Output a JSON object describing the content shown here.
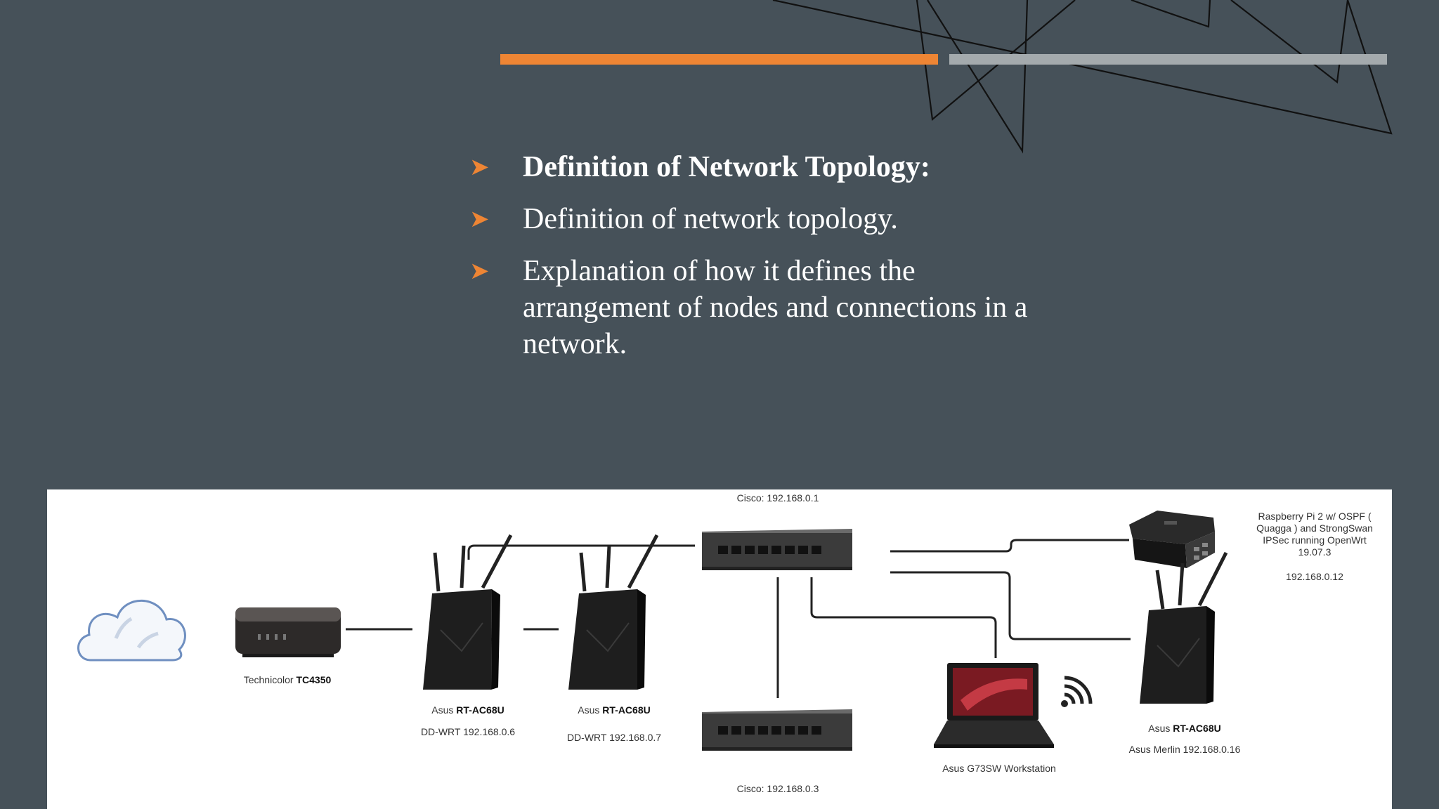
{
  "bullets": [
    {
      "text": "Definition of Network Topology:",
      "bold": true
    },
    {
      "text": "Definition of network topology.",
      "bold": false
    },
    {
      "text": "Explanation of how it defines the arrangement of nodes and connections in a network.",
      "bold": false
    }
  ],
  "diagram": {
    "modem": {
      "brand": "Technicolor",
      "model": "TC4350"
    },
    "router1": {
      "brand": "Asus",
      "model": "RT-AC68U",
      "detail": "DD-WRT 192.168.0.6"
    },
    "router2": {
      "brand": "Asus",
      "model": "RT-AC68U",
      "detail": "DD-WRT 192.168.0.7"
    },
    "switch1": "Cisco: 192.168.0.1",
    "switch2": "Cisco: 192.168.0.3",
    "laptop": "Asus G73SW Workstation",
    "router3": {
      "brand": "Asus",
      "model": "RT-AC68U",
      "detail": "Asus Merlin 192.168.0.16"
    },
    "raspi": {
      "line1": "Raspberry Pi 2 w/ OSPF (",
      "line2": "Quagga ) and StrongSwan",
      "line3": "IPSec running OpenWrt",
      "line4": "19.07.3",
      "ip": "192.168.0.12"
    }
  },
  "colors": {
    "background": "#465159",
    "accent": "#ee8534",
    "grey_bar": "#a4aaad"
  }
}
